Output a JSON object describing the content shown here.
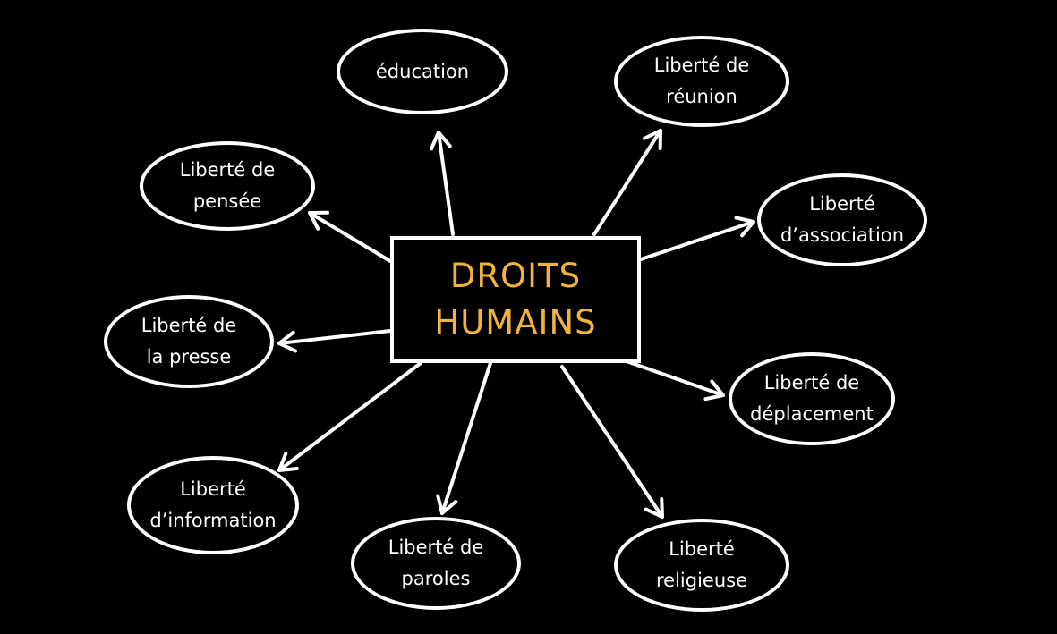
{
  "diagram": {
    "center": {
      "label": "DROITS\nHUMAINS",
      "color": "#f2b33d"
    },
    "nodes": [
      {
        "id": "education",
        "label": "éducation"
      },
      {
        "id": "reunion",
        "label": "Liberté de\nréunion"
      },
      {
        "id": "pensee",
        "label": "Liberté de\npensée"
      },
      {
        "id": "association",
        "label": "Liberté\nd’association"
      },
      {
        "id": "presse",
        "label": "Liberté de\nla presse"
      },
      {
        "id": "deplacement",
        "label": "Liberté de\ndéplacement"
      },
      {
        "id": "information",
        "label": "Liberté\nd’information"
      },
      {
        "id": "paroles",
        "label": "Liberté de\nparoles"
      },
      {
        "id": "religieuse",
        "label": "Liberté\nreligieuse"
      }
    ]
  }
}
